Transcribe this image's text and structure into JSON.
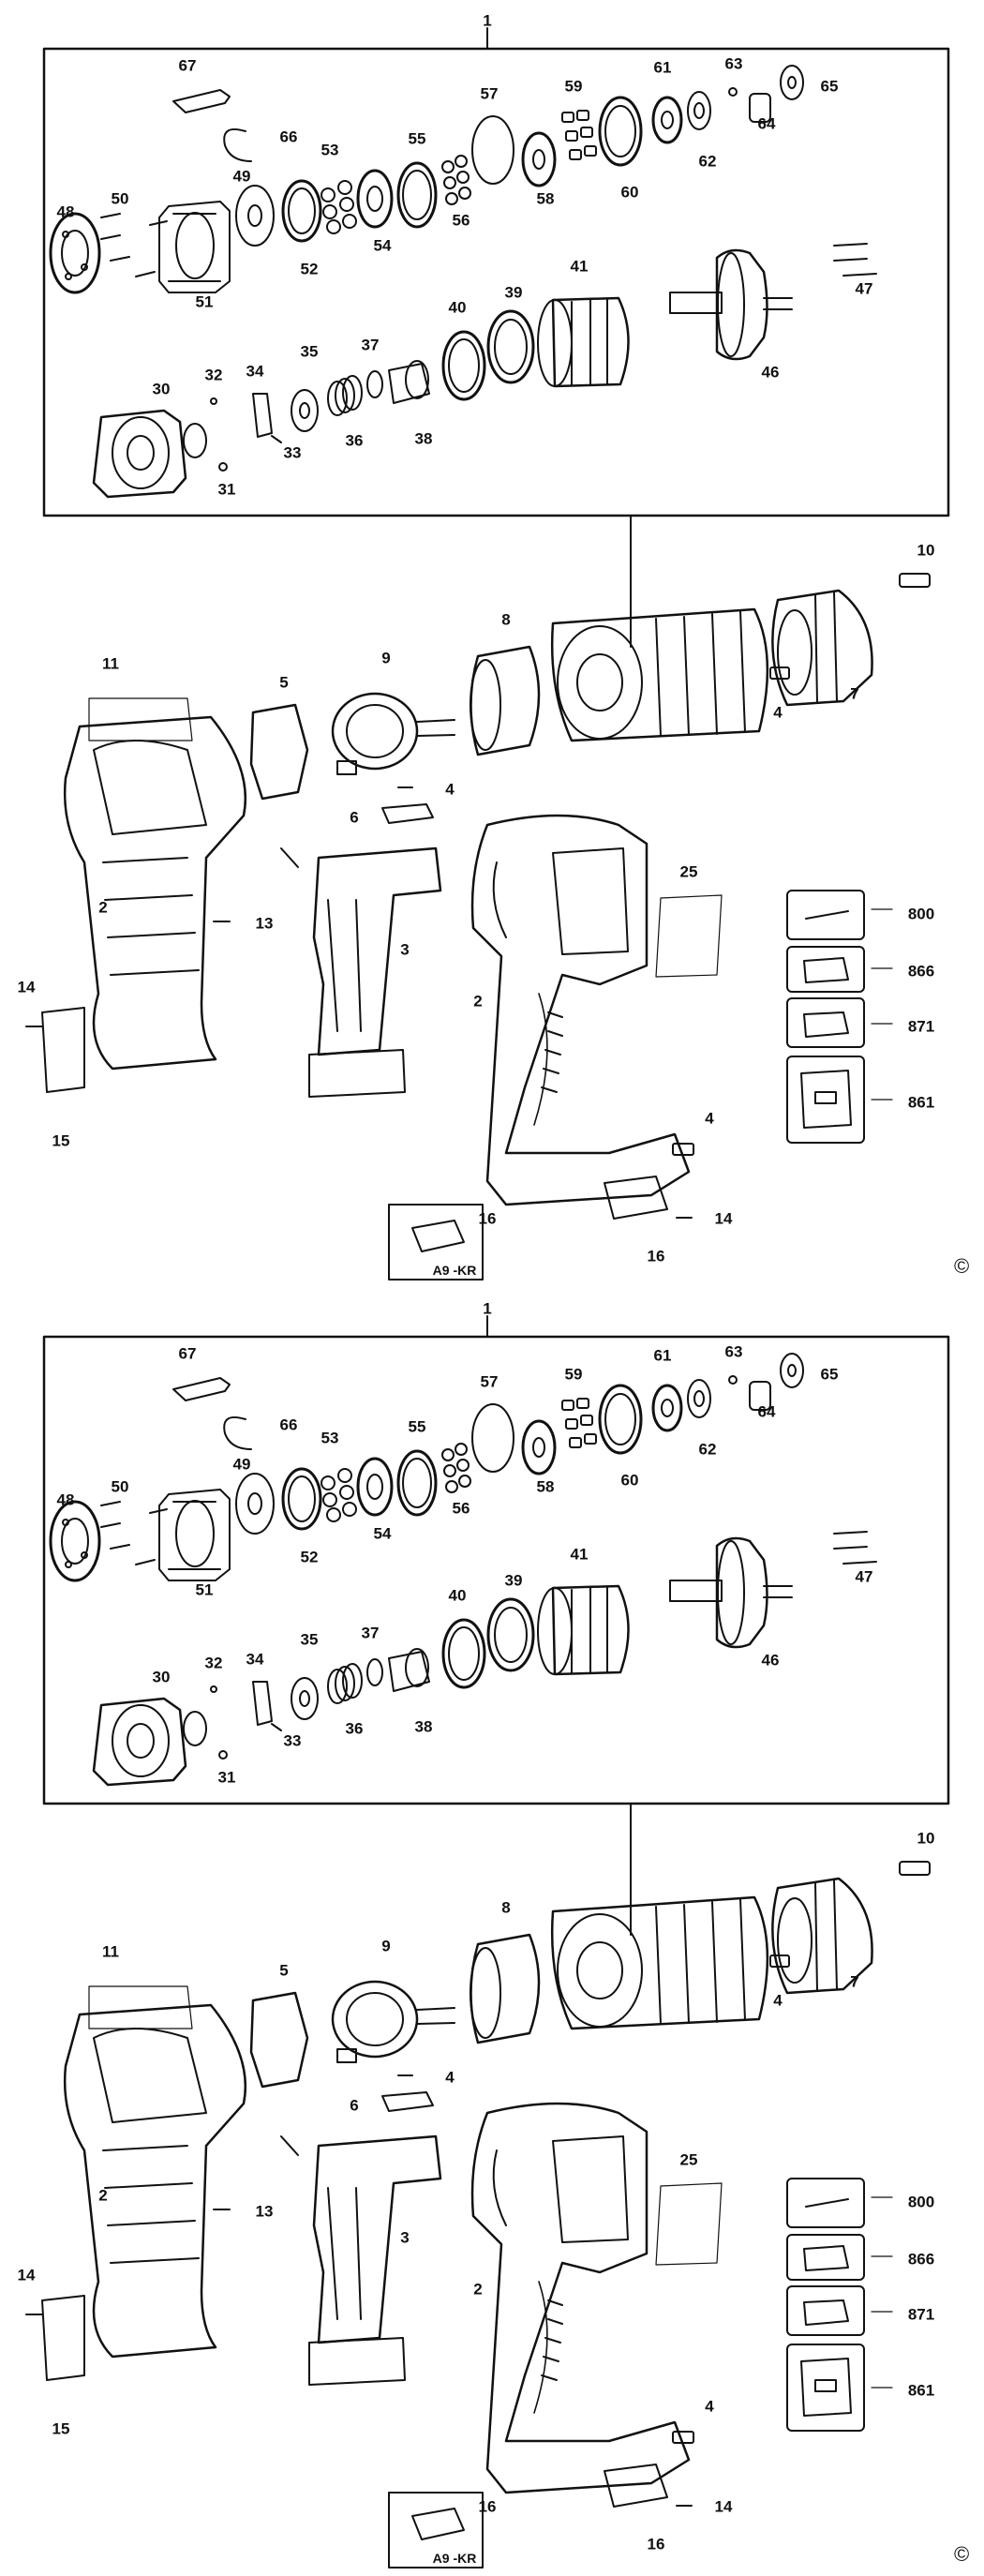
{
  "copyright_symbol": "©",
  "model_tag": "A9 -KR",
  "part_numbers": {
    "p1": "1",
    "p2": "2",
    "p2b": "2",
    "p3": "3",
    "p4a": "4",
    "p4b": "4",
    "p4c": "4",
    "p5": "5",
    "p6": "6",
    "p7": "7",
    "p8": "8",
    "p9": "9",
    "p10": "10",
    "p11": "11",
    "p13": "13",
    "p14a": "14",
    "p14b": "14",
    "p15": "15",
    "p16a": "16",
    "p16b": "16",
    "p25": "25",
    "p30": "30",
    "p31": "31",
    "p32": "32",
    "p33": "33",
    "p34": "34",
    "p35": "35",
    "p36": "36",
    "p37": "37",
    "p38": "38",
    "p39": "39",
    "p40": "40",
    "p41": "41",
    "p46": "46",
    "p47": "47",
    "p48": "48",
    "p49": "49",
    "p50": "50",
    "p51": "51",
    "p52": "52",
    "p53": "53",
    "p54": "54",
    "p55": "55",
    "p56": "56",
    "p57": "57",
    "p58": "58",
    "p59": "59",
    "p60": "60",
    "p61": "61",
    "p62": "62",
    "p63": "63",
    "p64": "64",
    "p65": "65",
    "p66": "66",
    "p67": "67",
    "p800": "800",
    "p866": "866",
    "p871": "871",
    "p861": "861"
  }
}
